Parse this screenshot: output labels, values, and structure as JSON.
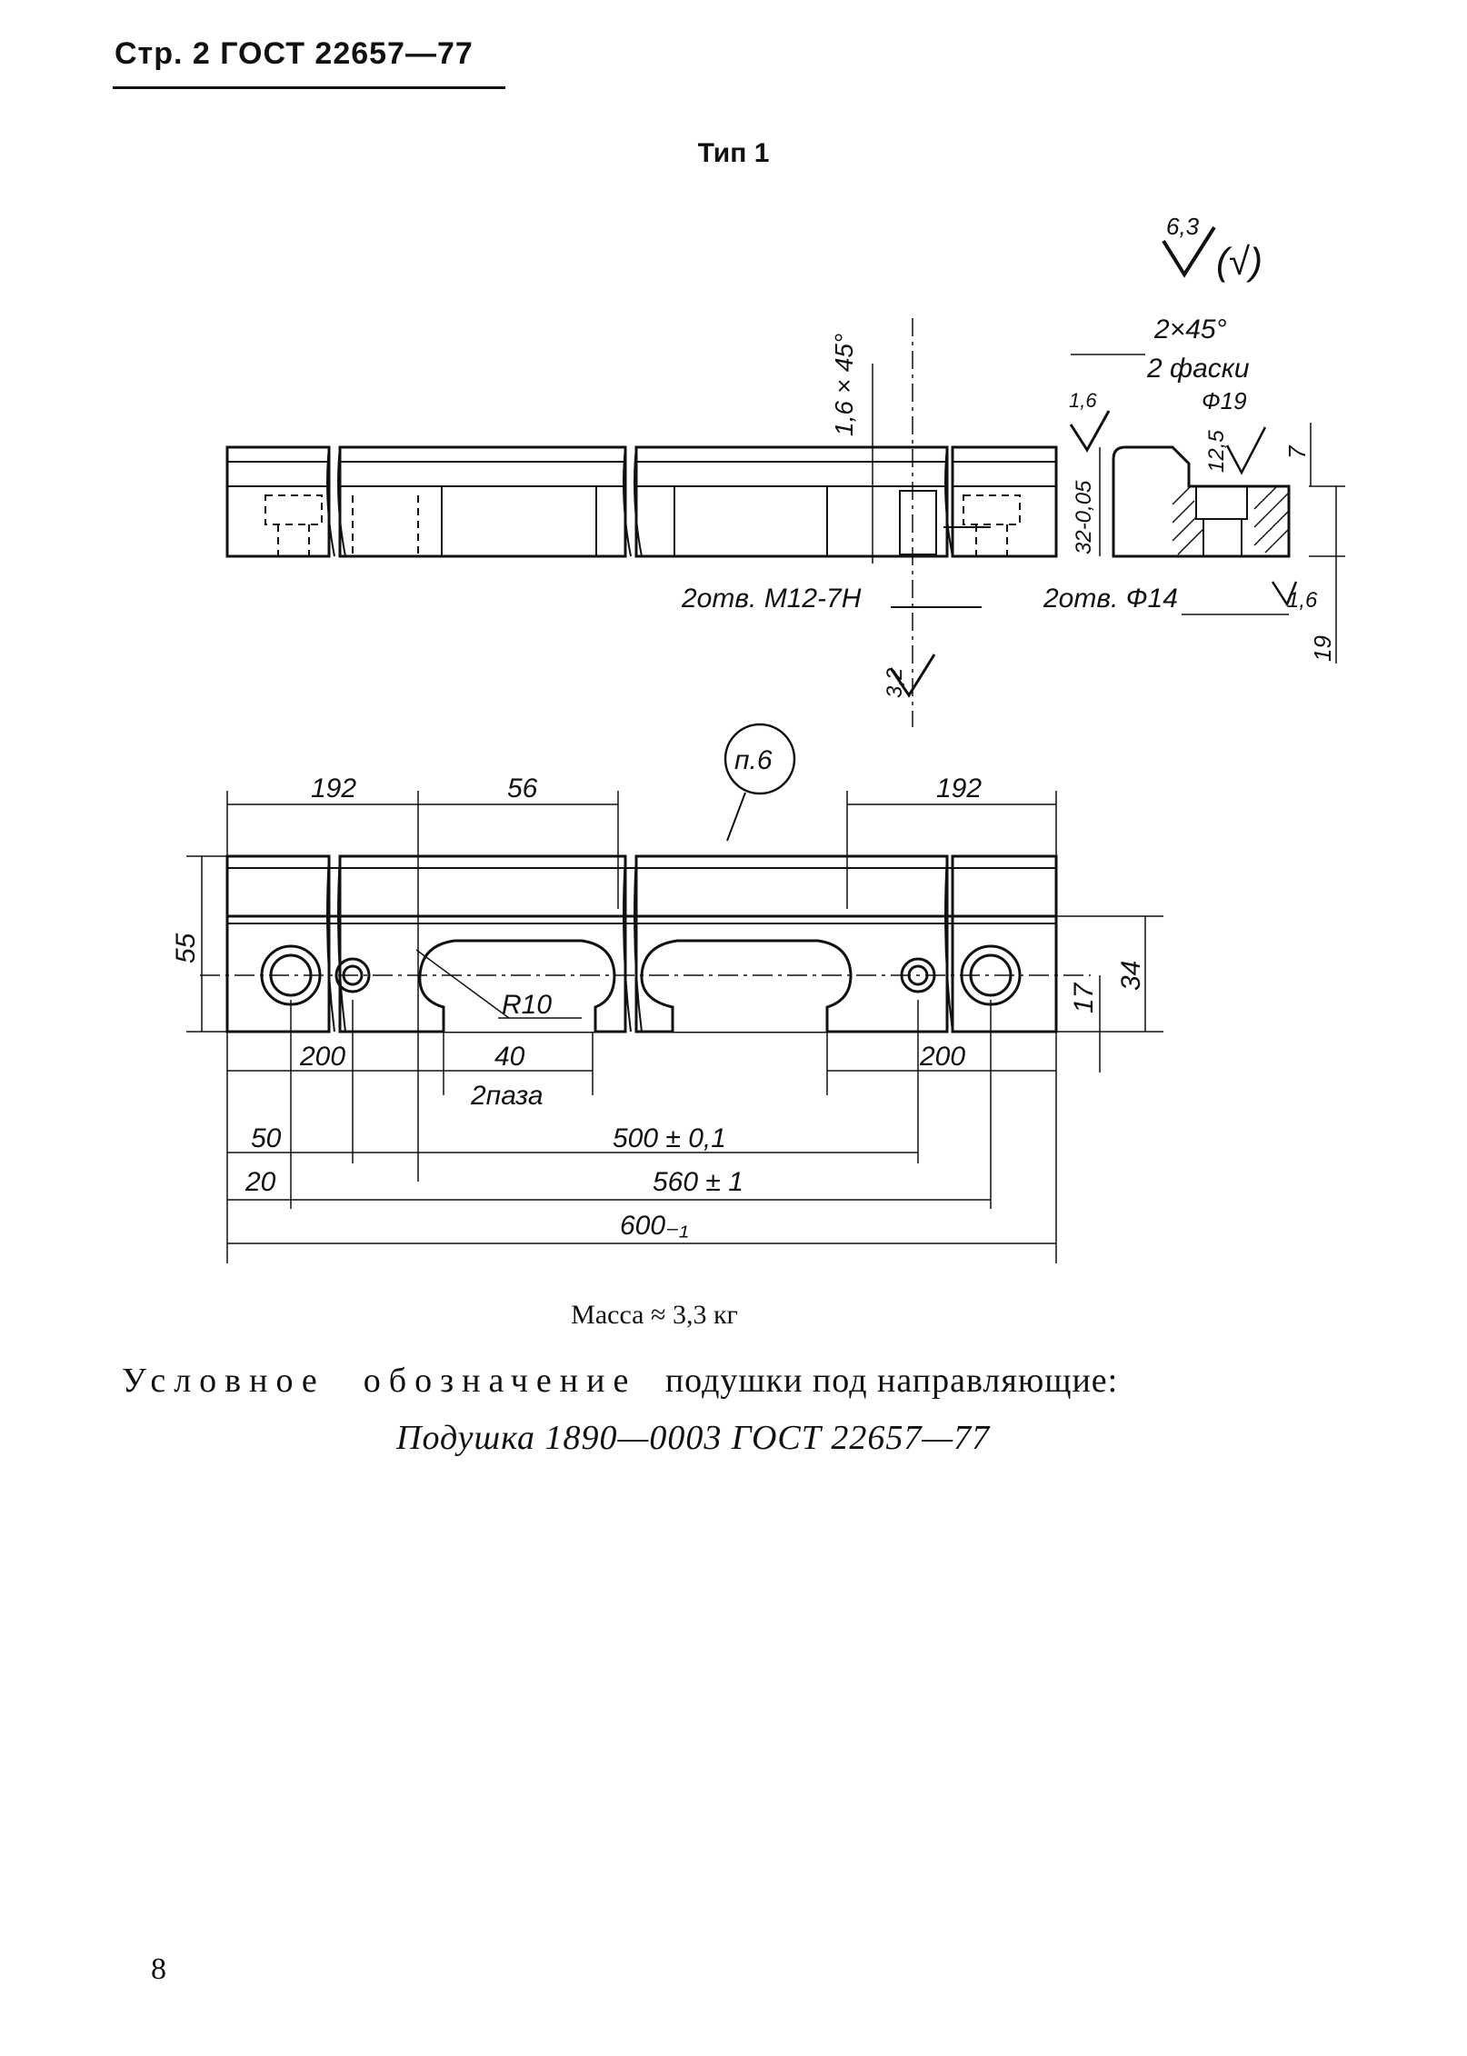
{
  "header": {
    "page_ref": "Стр. 2 ГОСТ 22657—77"
  },
  "title": "Тип 1",
  "roughness_general": {
    "value": "6,3",
    "bracket": "(√)"
  },
  "top_view_labels": {
    "chamfer_small": "1,6 × 45°",
    "chamfer_big": "2×45°",
    "chamfer_count": "2 фаски",
    "roughness_1_6_left": "1,6",
    "dia_19": "Ф19",
    "roughness_12_5": "12,5",
    "dim_7": "7",
    "dim_32": "32-0,05",
    "holes_thread": "2отв. М12-7Н",
    "holes_plain": "2отв. Ф14",
    "roughness_1_6_right": "1,6",
    "dim_19": "19",
    "roughness_3_2": "3,2"
  },
  "front_view_labels": {
    "note_ref": "п.6",
    "dim_192_left": "192",
    "dim_56": "56",
    "dim_192_right": "192",
    "dim_55": "55",
    "dim_34": "34",
    "dim_17": "17",
    "radius": "R10",
    "dim_200_left": "200",
    "dim_40": "40",
    "slots": "2паза",
    "dim_200_right": "200",
    "dim_50": "50",
    "dim_500": "500 ± 0,1",
    "dim_20": "20",
    "dim_560": "560 ± 1",
    "dim_600": "600₋₁"
  },
  "mass": "Масса ≈ 3,3 кг",
  "designation_label": {
    "word1": "Условное",
    "word2": "обозначение",
    "rest": "подушки под направляющие:"
  },
  "designation_value": "Подушка 1890—0003 ГОСТ 22657—77",
  "page_number": "8"
}
